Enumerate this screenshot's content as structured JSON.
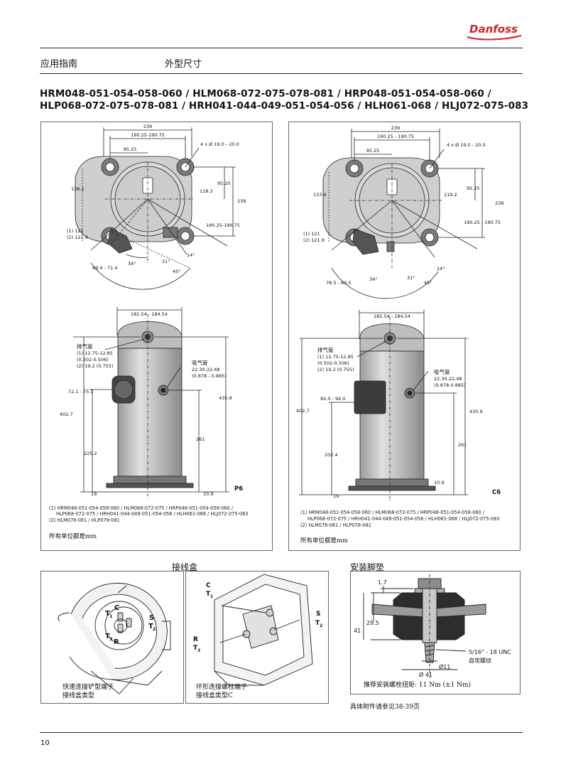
{
  "brand": "Danfoss",
  "header": {
    "section": "应用指南",
    "topic": "外型尺寸"
  },
  "title": {
    "line1": "HRM048-051-054-058-060 / HLM068-072-075-078-081 / HRP048-051-054-058-060 /",
    "line2": "HLP068-072-075-078-081 / HRH041-044-049-051-054-056 / HLH061-068 / HLJ072-075-083"
  },
  "p6": {
    "top": {
      "d239": "239",
      "d190": "190.25-190.75",
      "d95": "95.25",
      "holes": "4 x Ø 19.0 - 20.0",
      "d1382": "138.2",
      "d1183": "118.3",
      "d9525r": "95.25",
      "d239r": "239",
      "d190r": "190.25-190.75",
      "n1": "(1) 121",
      "n2": "(2) 121.9",
      "a14": "14°",
      "a31": "31°",
      "a34": "34°",
      "a45": "45°",
      "d69": "69.4 - 71.4"
    },
    "side": {
      "width": "182.54 - 184.54",
      "discharge": "排气管",
      "dis1": "(1) 12.75-12.85",
      "dis1b": "(0.502-0.506)",
      "dis2": "(2) 19.2 (0.755)",
      "suction": "吸气管",
      "suc1": "22.30-22.48",
      "suc1b": "(0.878 - 0.885)",
      "d72": "72.1 - 75.1",
      "d4359": "435.9",
      "d4027": "402.7",
      "d261": "261",
      "d2252": "225.2",
      "d19": "19",
      "d109": "10.9",
      "model": "P6"
    },
    "notes": [
      "(1) HRM048-051-054-058-060 / HLM068-072-075 / HRP048-051-054-058-060 /",
      "HLP068-072-075 / HRH041-044-049-051-054-056 / HLH061-068 / HLJ072-075-083",
      "(2) HLM078-081 / HLP078-081"
    ],
    "units": "所有单位都是mm"
  },
  "c6": {
    "top": {
      "d239": "239",
      "d190": "190.25 - 190.75",
      "d95": "95.25",
      "holes": "4 x Ø 19.0 - 20.0",
      "d1336": "133.6",
      "d1192": "119.2",
      "d9525r": "95.25",
      "d239r": "239",
      "d190r": "190.25 - 190.75",
      "n1": "(1) 121",
      "n2": "(2) 121.9",
      "a14": "14°",
      "a31": "31°",
      "a34": "34°",
      "a45": "45°",
      "d78": "78.5 - 80.5"
    },
    "side": {
      "width": "182.54 - 184.54",
      "discharge": "排气管",
      "dis1": "(1) 12.75-12.85",
      "dis1b": "(0.502-0.506)",
      "dis2": "(2) 19.2 (0.755)",
      "suction": "吸气管",
      "suc1": "22.30-22.48",
      "suc1b": "(0.878-0.885)",
      "d92": "92.0 - 94.0",
      "d4359": "435.9",
      "d4027": "402.7",
      "d261": "261",
      "d2024": "202.4",
      "d19": "19",
      "d109": "10.9",
      "model": "C6"
    },
    "notes": [
      "(1) HRM048-051-054-058-060 / HLM068-072-075 / HRP048-051-054-058-060 /",
      "HLP068-072-075 / HRH041-044-049-051-054-056 / HLH061-068 / HLJ072-075-083",
      "(2) HLM078-081 / HLP078-081"
    ],
    "units": "所有单位都是mm"
  },
  "terminal_box": {
    "title": "接线盒",
    "spade": {
      "caption1": "快速连接铲型端子",
      "caption2": "接线盒类型",
      "C": "C",
      "T1": "T",
      "T1s": "1",
      "S": "S",
      "T2": "T",
      "T2s": "2",
      "T3": "T",
      "T3s": "3",
      "R": "R"
    },
    "ring": {
      "caption1": "环形连接螺柱端子",
      "caption2": "接线盒类型C",
      "C": "C",
      "T1": "T",
      "T1s": "1",
      "S": "S",
      "T2": "T",
      "T2s": "2",
      "R": "R",
      "T3": "T",
      "T3s": "3"
    }
  },
  "mounting": {
    "title": "安装脚垫",
    "d17": "1.7",
    "d295": "29.5",
    "d41h": "41",
    "d11": "Ø11",
    "d41": "Ø 41",
    "thread": "5/16\" - 18 UNC",
    "thread_cn": "自攻螺纹",
    "torque": "推荐安装螺栓扭矩: 11 Nm (±1 Nm)",
    "ref": "具体附件请参见38-39页"
  },
  "page_number": "10",
  "colors": {
    "brand_red": "#d2232a",
    "body_gray": "#c9c9c9",
    "dark": "#3a3a3a"
  }
}
